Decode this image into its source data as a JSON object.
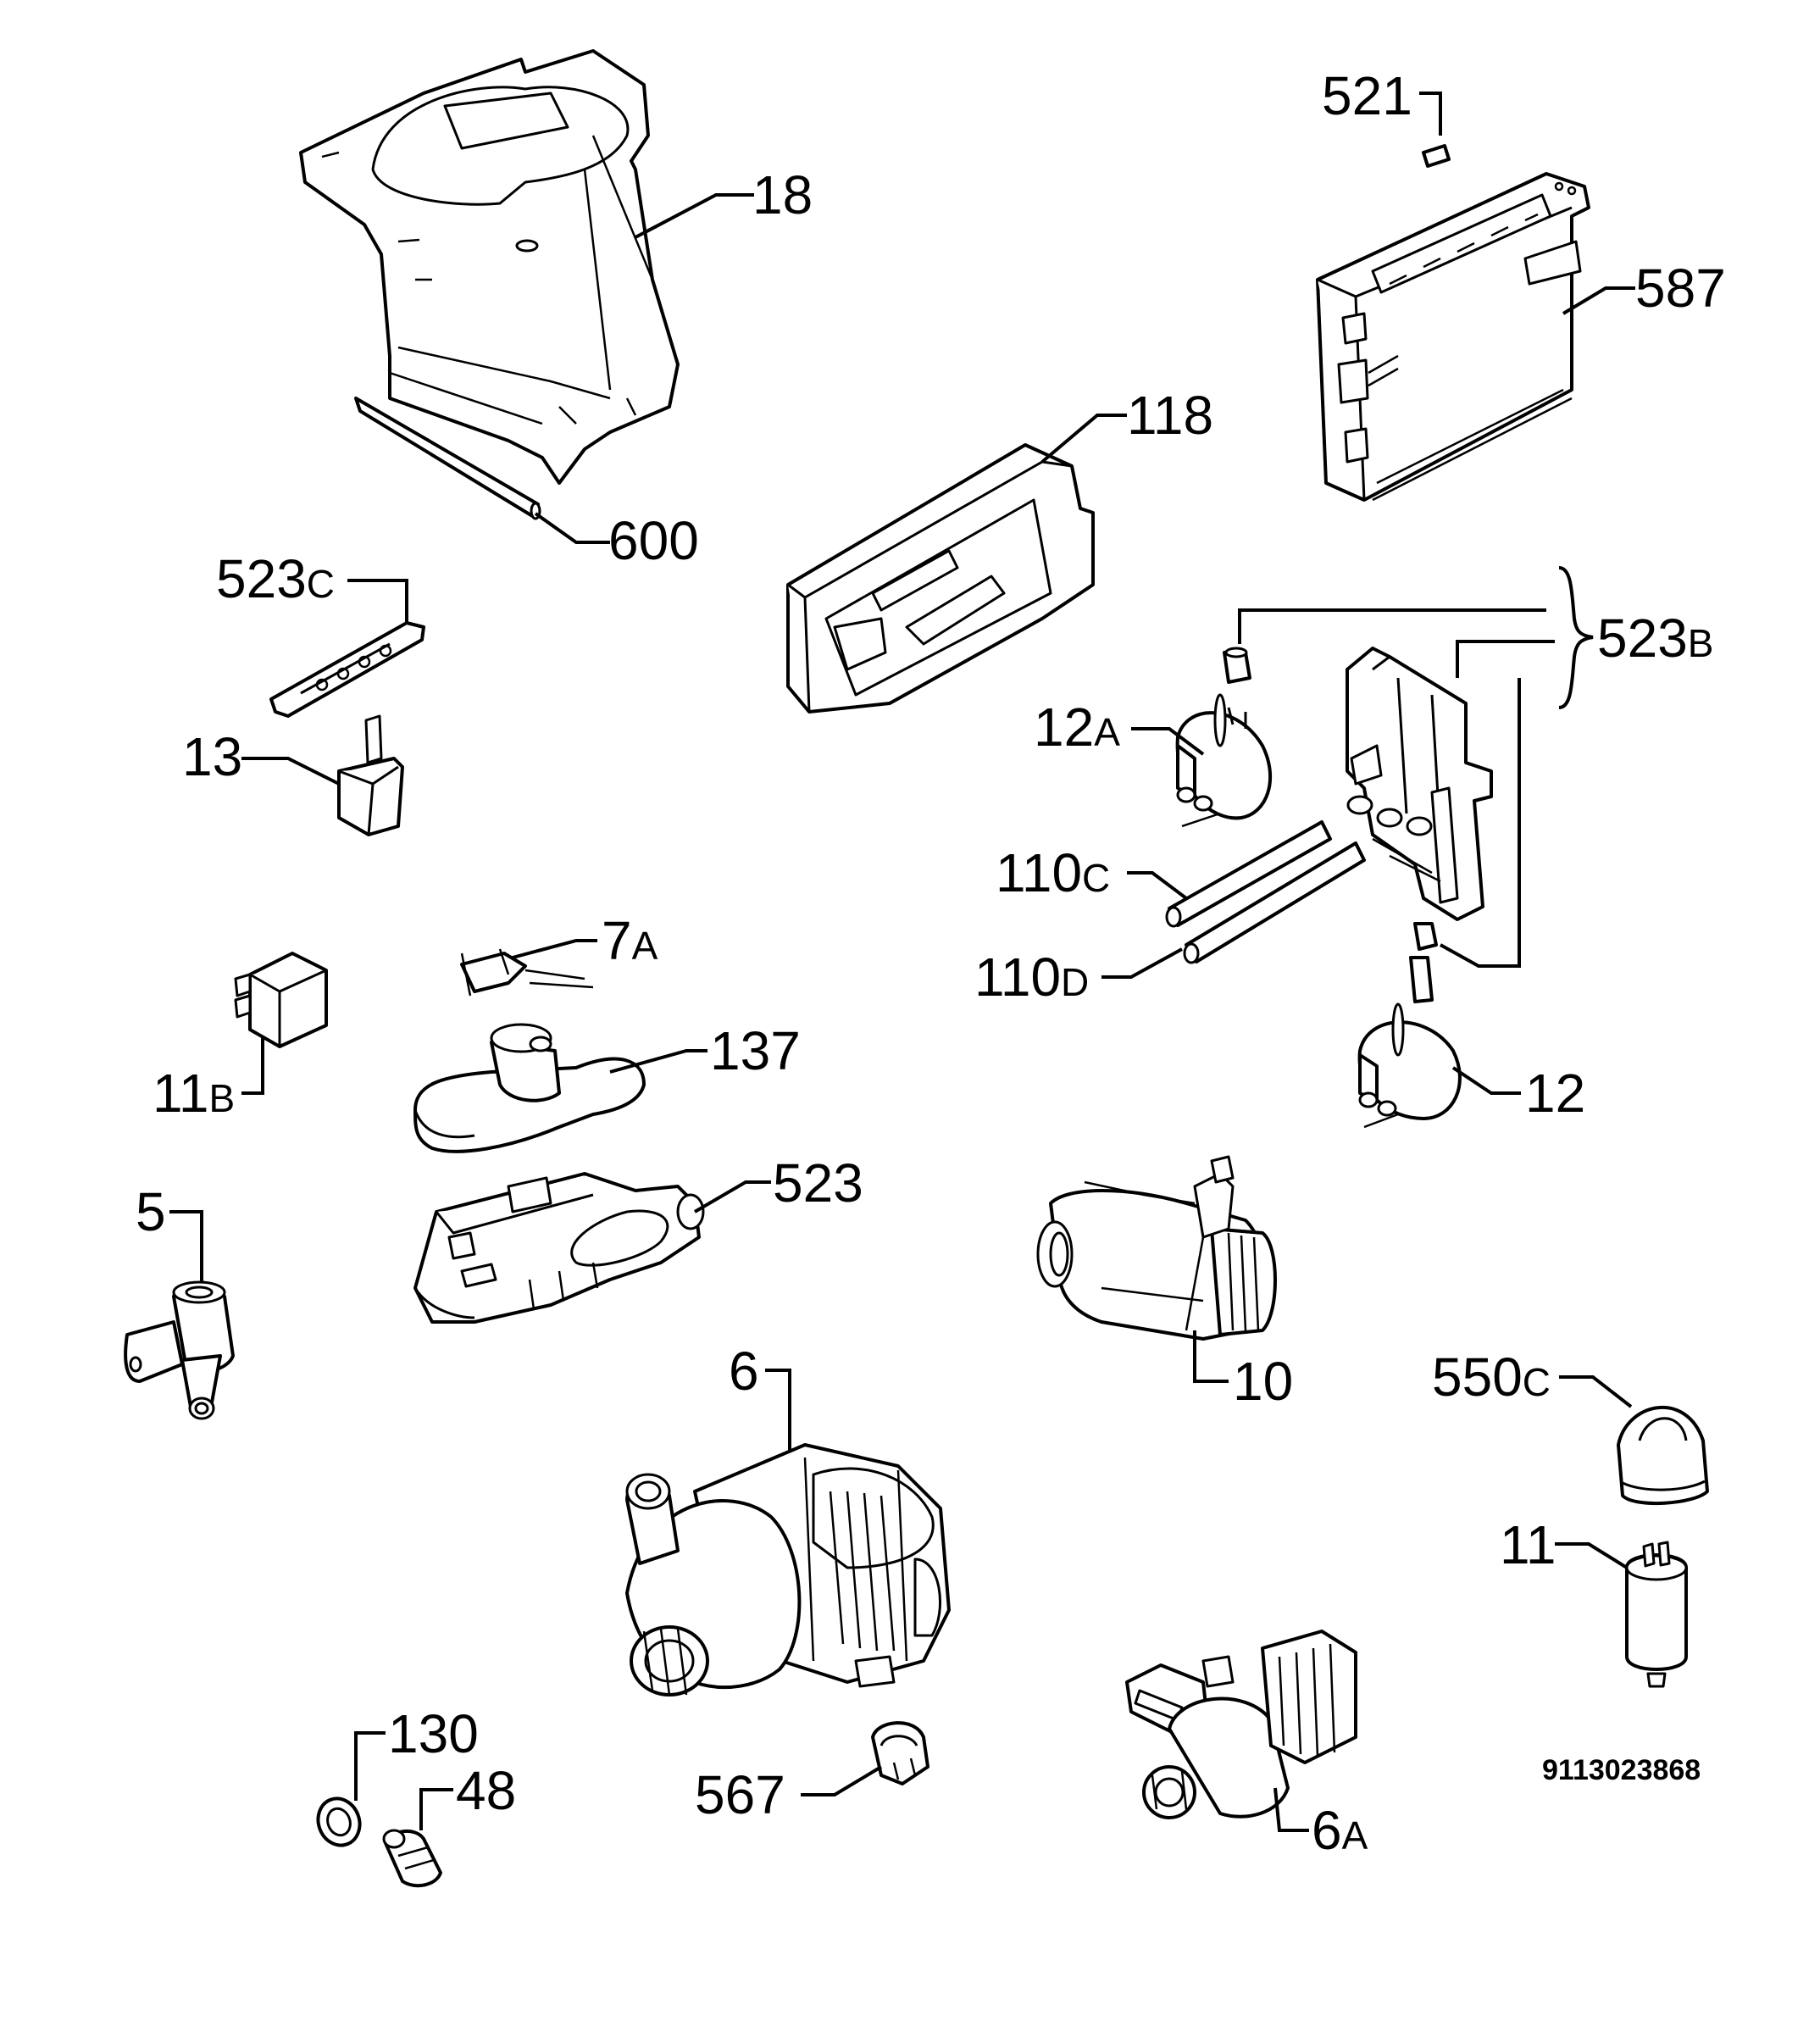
{
  "labels": {
    "l18": "18",
    "l600": "600",
    "l118": "118",
    "l521": "521",
    "l587": "587",
    "l523c_n": "523",
    "l523c_s": "C",
    "l13": "13",
    "l523b_n": "523",
    "l523b_s": "B",
    "l12a_n": "12",
    "l12a_s": "A",
    "l110c_n": "110",
    "l110c_s": "C",
    "l110d_n": "110",
    "l110d_s": "D",
    "l12": "12",
    "l7a_n": "7",
    "l7a_s": "A",
    "l137": "137",
    "l11b_n": "11",
    "l11b_s": "B",
    "l523": "523",
    "l5": "5",
    "l10": "10",
    "l550c_n": "550",
    "l550c_s": "C",
    "l6": "6",
    "l11": "11",
    "l130": "130",
    "l48": "48",
    "l567": "567",
    "l6a_n": "6",
    "l6a_s": "A",
    "ref": "9113023868"
  }
}
